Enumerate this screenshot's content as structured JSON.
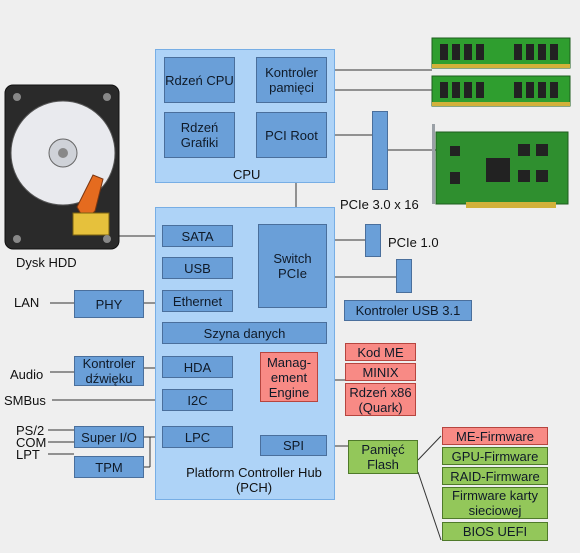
{
  "cpu": {
    "title": "CPU",
    "core": "Rdzeń CPU",
    "graphics": "Rdzeń Grafiki",
    "memory_controller": "Kontroler pamięci",
    "pci_root": "PCI Root"
  },
  "pch": {
    "title": "Platform Controller Hub (PCH)",
    "sata": "SATA",
    "usb": "USB",
    "ethernet": "Ethernet",
    "switch_pcie": "Switch PCIe",
    "data_bus": "Szyna danych",
    "hda": "HDA",
    "i2c": "I2C",
    "lpc": "LPC",
    "spi": "SPI",
    "management_engine": "Manag-ement Engine"
  },
  "external": {
    "hdd_label": "Dysk HDD",
    "pcie_x16": "PCIe 3.0 x 16",
    "pcie_1": "PCIe 1.0",
    "usb3_controller": "Kontroler USB 3.1",
    "lan": "LAN",
    "phy": "PHY",
    "audio": "Audio",
    "sound_controller": "Kontroler dźwięku",
    "smbus": "SMBus",
    "legacy_ports": [
      "PS/2",
      "COM",
      "LPT"
    ],
    "super_io": "Super I/O",
    "tpm": "TPM",
    "flash": "Pamięć Flash"
  },
  "me_components": [
    "Kod ME",
    "MINIX",
    "Rdzeń x86 (Quark)"
  ],
  "firmware": [
    "ME-Firmware",
    "GPU-Firmware",
    "RAID-Firmware",
    "Firmware karty sieciowej",
    "BIOS UEFI"
  ],
  "colors": {
    "region": "#aed3f7",
    "block": "#6a9fd8",
    "me": "#f88a85",
    "firmware": "#93c75a",
    "ram": "#2f9e2f",
    "gpu_board": "#2f8f2f"
  }
}
